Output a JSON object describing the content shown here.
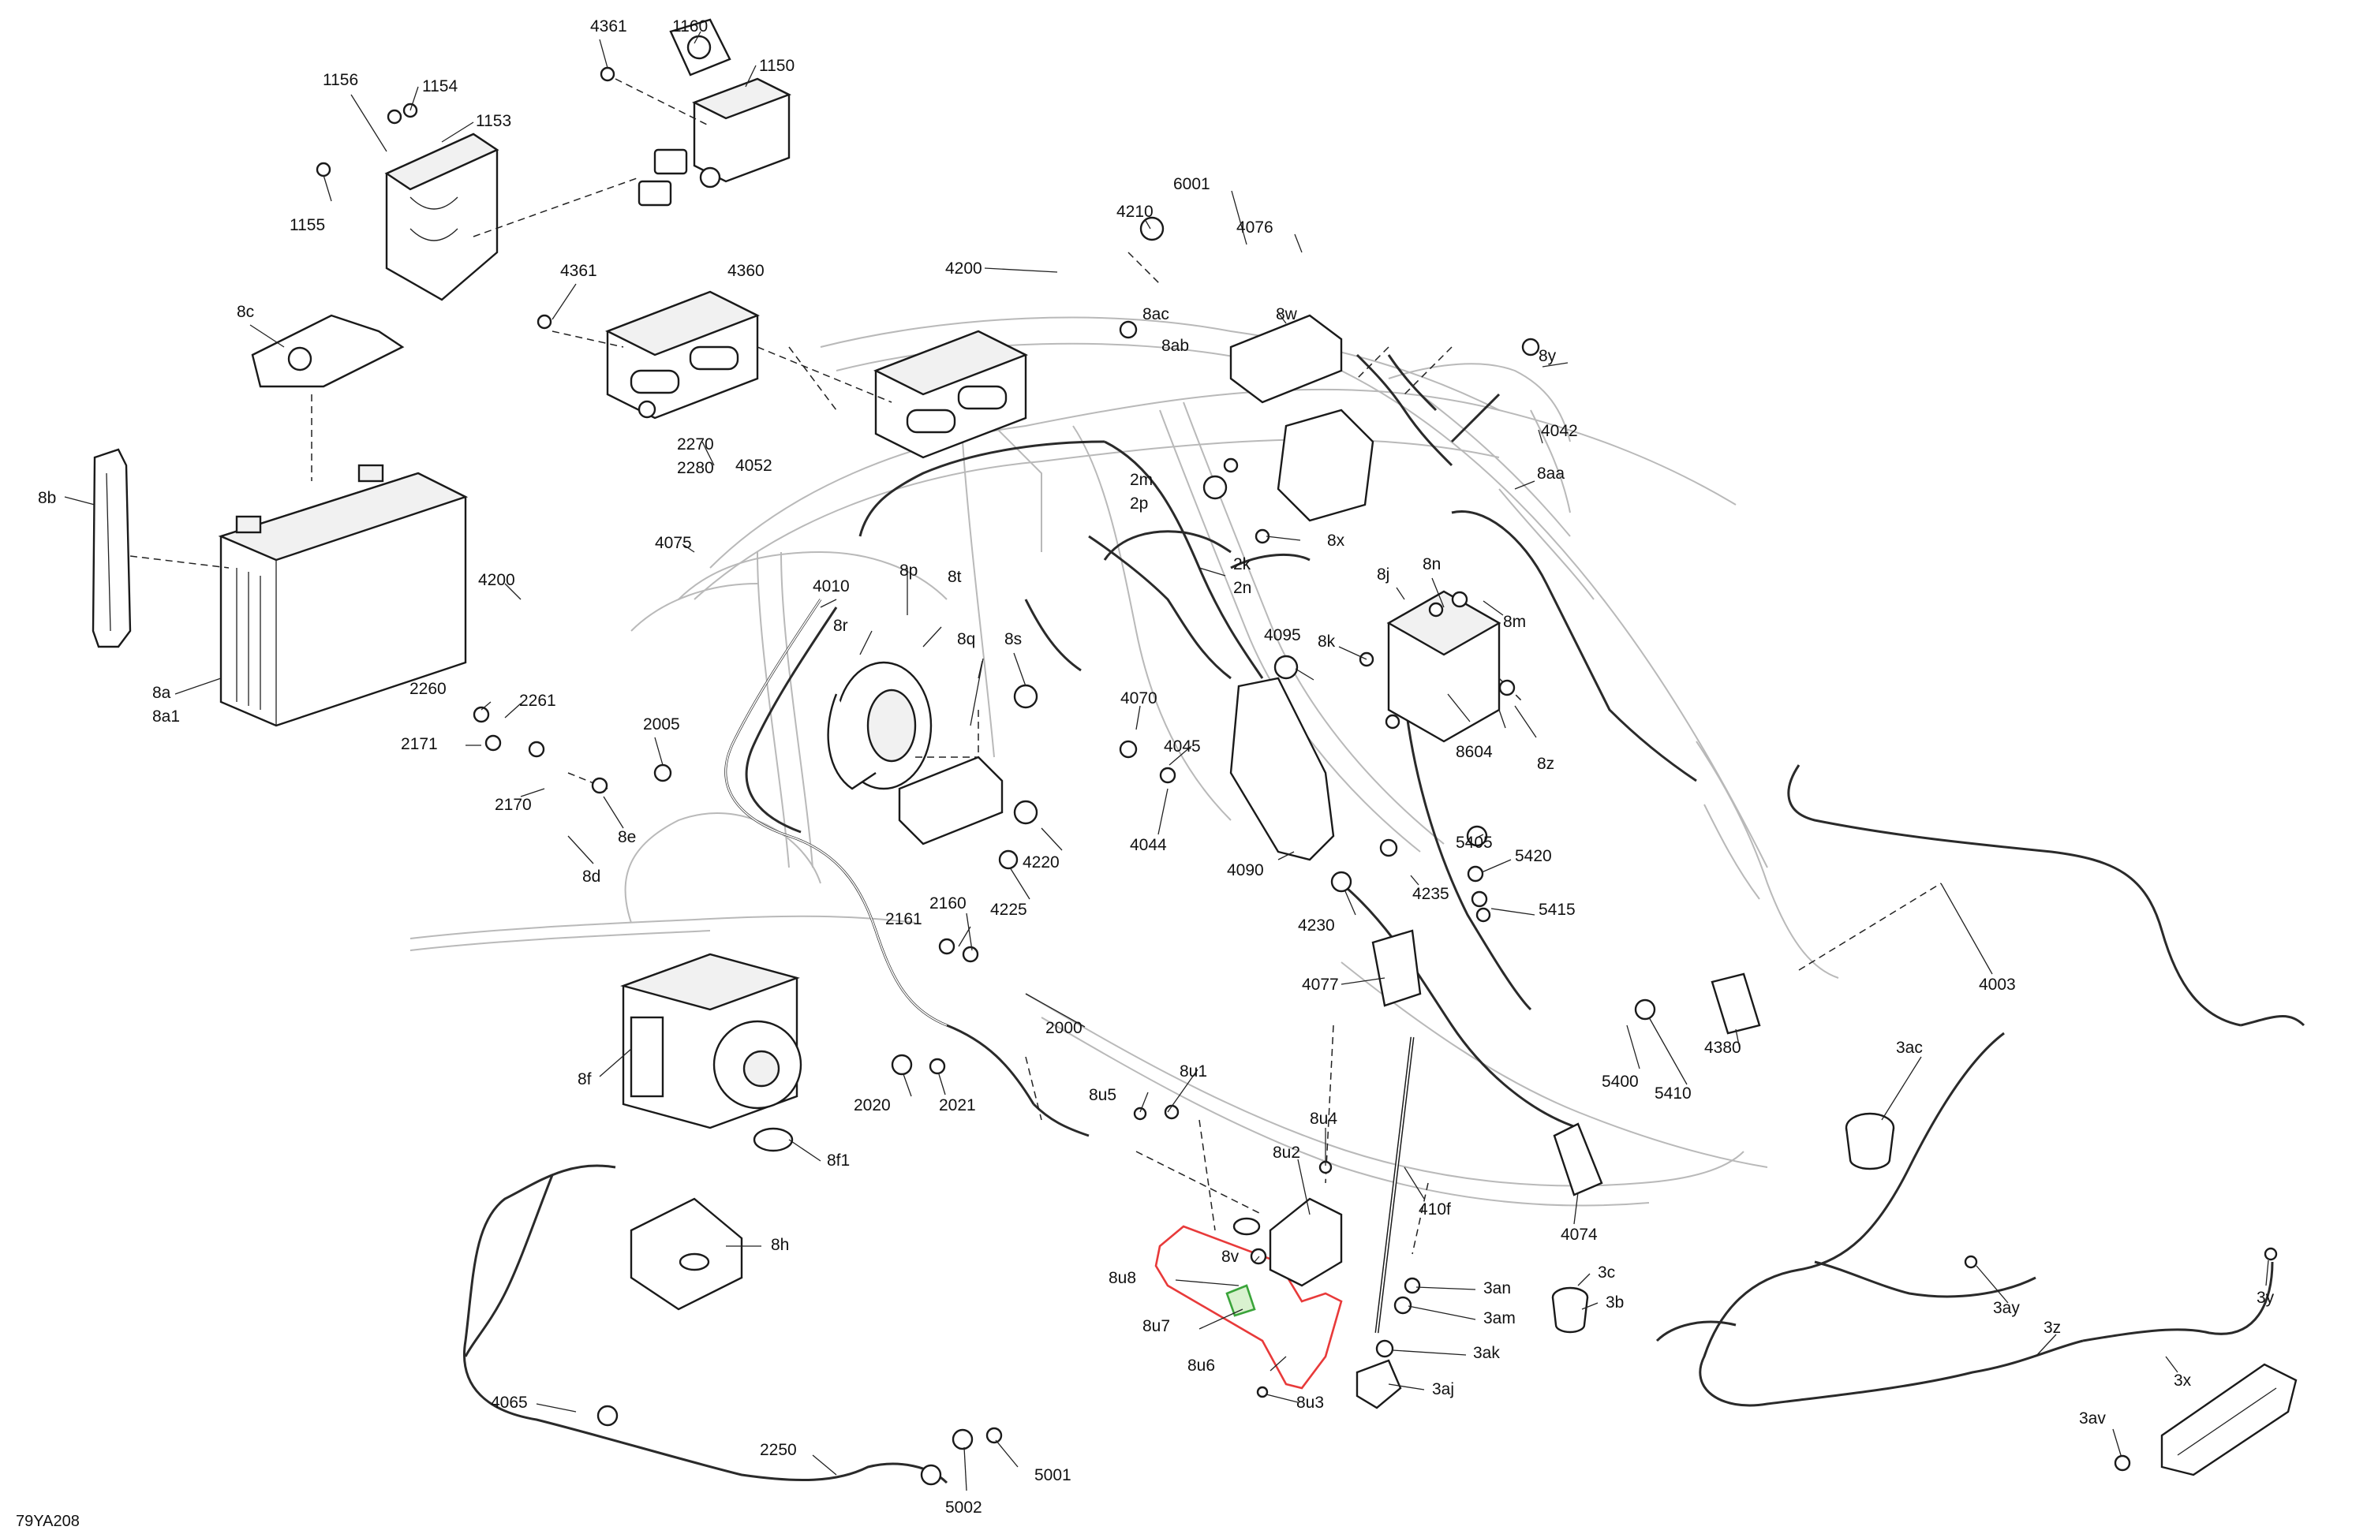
{
  "diagram_code": "79YA208",
  "highlight_colors": {
    "primary": "#e83a3a",
    "secondary": "#3aa43a"
  },
  "callouts": [
    {
      "id": "c1156",
      "text": "1156"
    },
    {
      "id": "c1154",
      "text": "1154"
    },
    {
      "id": "c1153",
      "text": "1153"
    },
    {
      "id": "c1155",
      "text": "1155"
    },
    {
      "id": "c4361a",
      "text": "4361"
    },
    {
      "id": "c1160",
      "text": "1160"
    },
    {
      "id": "c1150",
      "text": "1150"
    },
    {
      "id": "c8c",
      "text": "8c"
    },
    {
      "id": "c8b",
      "text": "8b"
    },
    {
      "id": "c8a",
      "text": "8a"
    },
    {
      "id": "c8a1",
      "text": "8a1"
    },
    {
      "id": "c4361b",
      "text": "4361"
    },
    {
      "id": "c4360",
      "text": "4360"
    },
    {
      "id": "c2270",
      "text": "2270"
    },
    {
      "id": "c2280",
      "text": "2280"
    },
    {
      "id": "c4052",
      "text": "4052"
    },
    {
      "id": "c4200a",
      "text": "4200"
    },
    {
      "id": "c4210",
      "text": "4210"
    },
    {
      "id": "c6001",
      "text": "6001"
    },
    {
      "id": "c4076",
      "text": "4076"
    },
    {
      "id": "c8ac",
      "text": "8ac"
    },
    {
      "id": "c8ab",
      "text": "8ab"
    },
    {
      "id": "c8w",
      "text": "8w"
    },
    {
      "id": "c8y",
      "text": "8y"
    },
    {
      "id": "c4042",
      "text": "4042"
    },
    {
      "id": "c8aa",
      "text": "8aa"
    },
    {
      "id": "c2m",
      "text": "2m"
    },
    {
      "id": "c2p",
      "text": "2p"
    },
    {
      "id": "c8x",
      "text": "8x"
    },
    {
      "id": "c2k",
      "text": "2k"
    },
    {
      "id": "c2n",
      "text": "2n"
    },
    {
      "id": "c4075",
      "text": "4075"
    },
    {
      "id": "c4200b",
      "text": "4200"
    },
    {
      "id": "c4010",
      "text": "4010"
    },
    {
      "id": "c8p",
      "text": "8p"
    },
    {
      "id": "c8t",
      "text": "8t"
    },
    {
      "id": "c8r",
      "text": "8r"
    },
    {
      "id": "c8q",
      "text": "8q"
    },
    {
      "id": "c8s",
      "text": "8s"
    },
    {
      "id": "c8j",
      "text": "8j"
    },
    {
      "id": "c8n",
      "text": "8n"
    },
    {
      "id": "c8m",
      "text": "8m"
    },
    {
      "id": "c4095",
      "text": "4095"
    },
    {
      "id": "c8k",
      "text": "8k"
    },
    {
      "id": "c2260",
      "text": "2260"
    },
    {
      "id": "c2261",
      "text": "2261"
    },
    {
      "id": "c2171",
      "text": "2171"
    },
    {
      "id": "c2005",
      "text": "2005"
    },
    {
      "id": "c2170",
      "text": "2170"
    },
    {
      "id": "c8e",
      "text": "8e"
    },
    {
      "id": "c8d",
      "text": "8d"
    },
    {
      "id": "c4070",
      "text": "4070"
    },
    {
      "id": "c4045",
      "text": "4045"
    },
    {
      "id": "c4044",
      "text": "4044"
    },
    {
      "id": "c8604",
      "text": "8604"
    },
    {
      "id": "c8z",
      "text": "8z"
    },
    {
      "id": "c4220",
      "text": "4220"
    },
    {
      "id": "c4225",
      "text": "4225"
    },
    {
      "id": "c4090",
      "text": "4090"
    },
    {
      "id": "c4235",
      "text": "4235"
    },
    {
      "id": "c4230",
      "text": "4230"
    },
    {
      "id": "c5405",
      "text": "5405"
    },
    {
      "id": "c5420",
      "text": "5420"
    },
    {
      "id": "c5415",
      "text": "5415"
    },
    {
      "id": "c4003",
      "text": "4003"
    },
    {
      "id": "c2161",
      "text": "2161"
    },
    {
      "id": "c2160",
      "text": "2160"
    },
    {
      "id": "c4077",
      "text": "4077"
    },
    {
      "id": "c2000",
      "text": "2000"
    },
    {
      "id": "c4380",
      "text": "4380"
    },
    {
      "id": "c5400",
      "text": "5400"
    },
    {
      "id": "c5410",
      "text": "5410"
    },
    {
      "id": "c8f",
      "text": "8f"
    },
    {
      "id": "c2020",
      "text": "2020"
    },
    {
      "id": "c2021",
      "text": "2021"
    },
    {
      "id": "c8u5",
      "text": "8u5"
    },
    {
      "id": "c8u1",
      "text": "8u1"
    },
    {
      "id": "c8f1",
      "text": "8f1"
    },
    {
      "id": "c3ac",
      "text": "3ac"
    },
    {
      "id": "c8u4",
      "text": "8u4"
    },
    {
      "id": "c8u2",
      "text": "8u2"
    },
    {
      "id": "c410f",
      "text": "410f"
    },
    {
      "id": "c4074",
      "text": "4074"
    },
    {
      "id": "c8h",
      "text": "8h"
    },
    {
      "id": "c8v",
      "text": "8v"
    },
    {
      "id": "c8u8",
      "text": "8u8"
    },
    {
      "id": "c3an",
      "text": "3an"
    },
    {
      "id": "c3c",
      "text": "3c"
    },
    {
      "id": "c3am",
      "text": "3am"
    },
    {
      "id": "c3b",
      "text": "3b"
    },
    {
      "id": "c8u7",
      "text": "8u7"
    },
    {
      "id": "c3ay",
      "text": "3ay"
    },
    {
      "id": "c3y",
      "text": "3y"
    },
    {
      "id": "c3ak",
      "text": "3ak"
    },
    {
      "id": "c8u6",
      "text": "8u6"
    },
    {
      "id": "c3z",
      "text": "3z"
    },
    {
      "id": "c3x",
      "text": "3x"
    },
    {
      "id": "c8u3",
      "text": "8u3"
    },
    {
      "id": "c3aj",
      "text": "3aj"
    },
    {
      "id": "c4065",
      "text": "4065"
    },
    {
      "id": "c2250",
      "text": "2250"
    },
    {
      "id": "c5001",
      "text": "5001"
    },
    {
      "id": "c5002",
      "text": "5002"
    },
    {
      "id": "c3av",
      "text": "3av"
    }
  ]
}
